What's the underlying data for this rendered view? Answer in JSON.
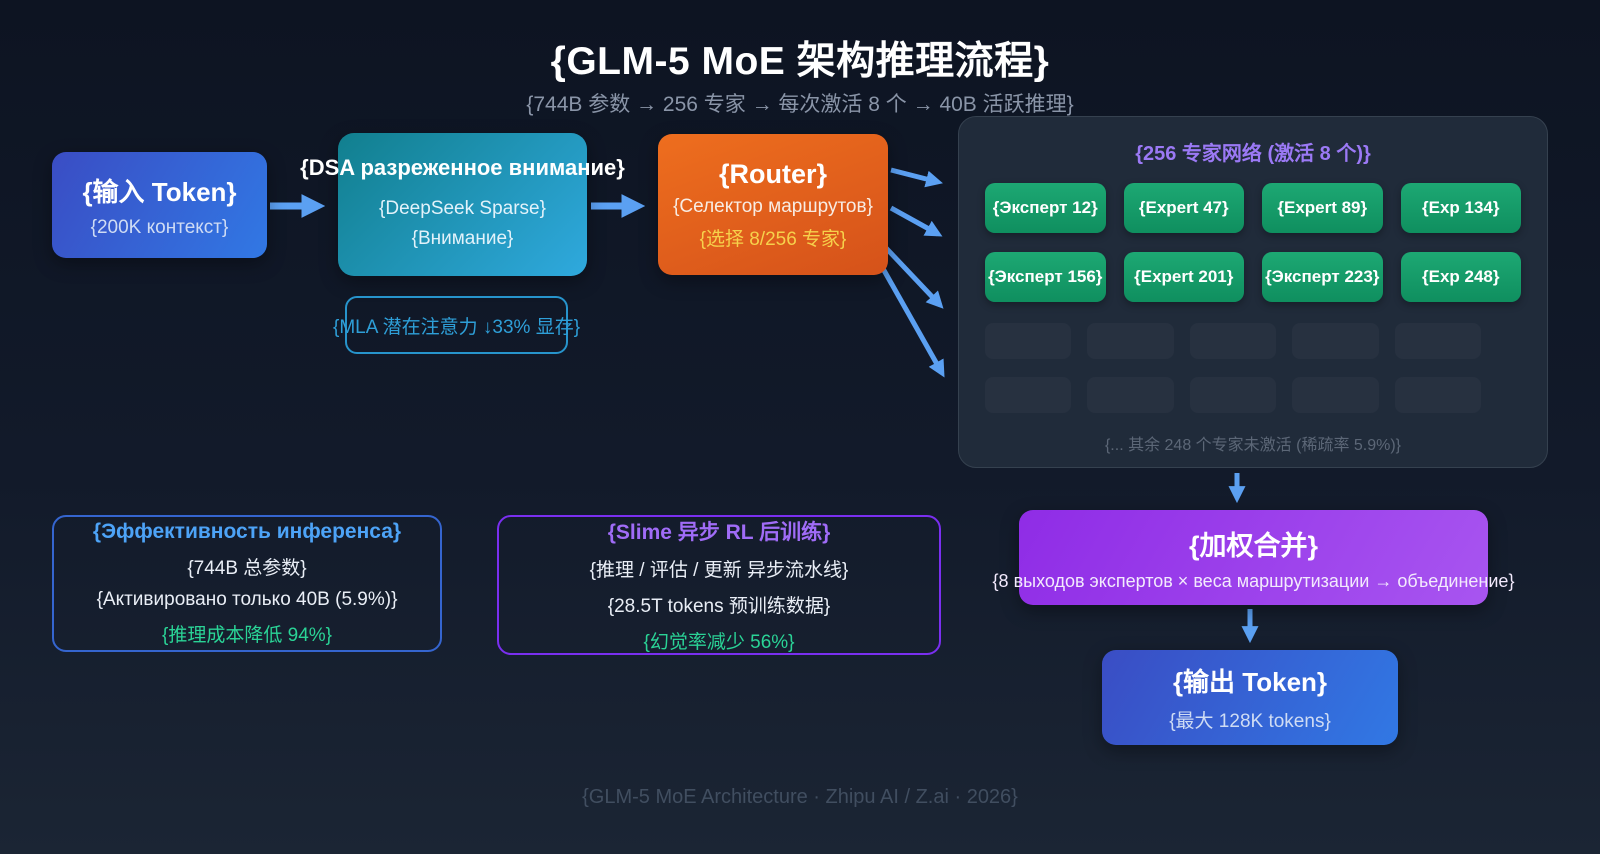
{
  "title": "{GLM-5 MoE 架构推理流程}",
  "subtitle": "{744B 参数 → 256 专家 → 每次激活 8 个 → 40B 活跃推理}",
  "input_box": {
    "title": "{输入 Token}",
    "subtitle": "{200K контекст}"
  },
  "dsa": {
    "label": "{DSA разреженное внимание}",
    "line1": "{DeepSeek Sparse}",
    "line2": "{Внимание}",
    "note": "{MLA 潜在注意力 ↓33% 显存}"
  },
  "router": {
    "title": "{Router}",
    "subtitle": "{Селектор маршрутов}",
    "note": "{选择 8/256 专家}"
  },
  "experts": {
    "header": "{256 专家网络 (激活 8 个)}",
    "active": [
      "{Эксперт 12}",
      "{Expert 47}",
      "{Expert 89}",
      "{Exp 134}",
      "{Эксперт 156}",
      "{Expert 201}",
      "{Эксперт 223}",
      "{Exp 248}"
    ],
    "inactive_row_count": 5,
    "inactive_total": 248,
    "caption": "{... 其余 248 个专家未激活 (稀疏率 5.9%)}"
  },
  "merge": {
    "title": "{加权合并}",
    "subtitle": "{8 выходов экспертов × веса маршрутизации → объединение}"
  },
  "output_box": {
    "title": "{输出 Token}",
    "subtitle": "{最大 128K tokens}"
  },
  "efficiency": {
    "title": "{Эффективность инференса}",
    "lines": [
      "{744B 总参数}",
      "{Активировано только 40B (5.9%)}"
    ],
    "highlight": "{推理成本降低 94%}"
  },
  "slime": {
    "title": "{Slime 异步 RL 后训练}",
    "lines": [
      "{推理 / 评估 / 更新 异步流水线}",
      "{28.5T tokens 预训练数据}"
    ],
    "highlight": "{幻觉率减少 56%}"
  },
  "footer": "{GLM-5 MoE Architecture · Zhipu AI / Z.ai · 2026}",
  "colors": {
    "background": "#121a2a",
    "arrow": "#5ba0f2",
    "input_output_blue": "#3178e4",
    "dsa_teal": "#2fa9de",
    "router_orange": "#e6621c",
    "expert_green": "#15a069",
    "merge_purple": "#9a40eb",
    "panel_header_purple": "#9b79f5",
    "highlight_green": "#2ad396",
    "note_yellow": "#f6d14b",
    "mla_cyan": "#2e9fd8"
  }
}
